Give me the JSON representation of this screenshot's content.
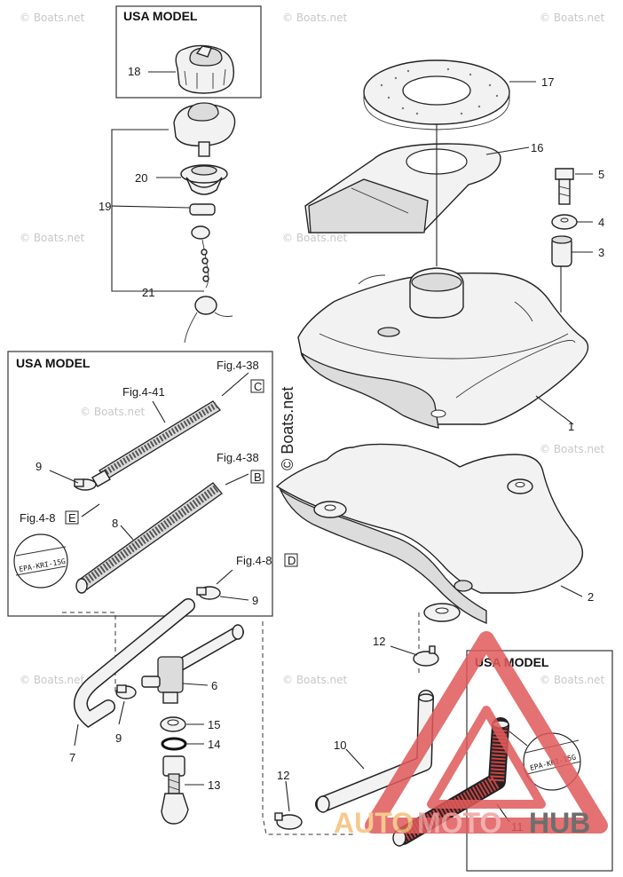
{
  "watermark": "© Boats.net",
  "center_watermark": "© Boats.net",
  "brand_logo": {
    "auto": "AUTO",
    "moto": "MOTO",
    "hub": "HUB"
  },
  "boxes": {
    "top_left": "USA MODEL",
    "left_middle": "USA MODEL",
    "bottom_right": "USA MODEL"
  },
  "epa_label": "EPA-KRI-15G",
  "figure_refs": {
    "fig_4_41": "Fig.4-41",
    "fig_4_38_c": "Fig.4-38",
    "fig_4_38_b": "Fig.4-38",
    "fig_4_8_e": "Fig.4-8",
    "fig_4_8_d": "Fig.4-8",
    "box_c": "C",
    "box_b": "B",
    "box_e": "E",
    "box_d": "D"
  },
  "callouts": {
    "p1": "1",
    "p2": "2",
    "p3": "3",
    "p4": "4",
    "p5": "5",
    "p6": "6",
    "p7": "7",
    "p8": "8",
    "p9a": "9",
    "p9b": "9",
    "p9c": "9",
    "p10": "10",
    "p11": "11",
    "p12a": "12",
    "p12b": "12",
    "p13": "13",
    "p14": "14",
    "p15": "15",
    "p16": "16",
    "p17": "17",
    "p18": "18",
    "p19": "19",
    "p20": "20",
    "p21": "21"
  }
}
